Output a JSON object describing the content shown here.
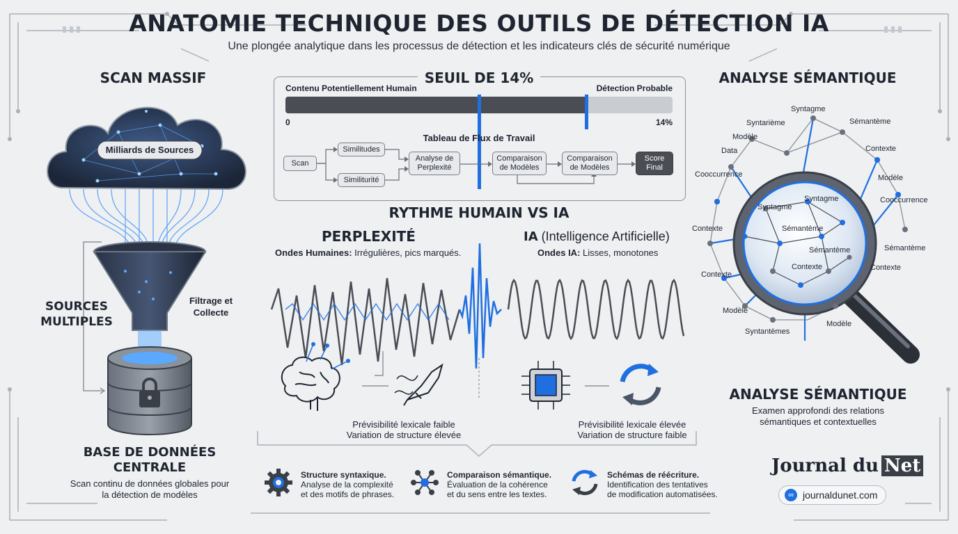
{
  "header": {
    "title": "ANATOMIE TECHNIQUE DES OUTILS DE DÉTECTION IA",
    "subtitle": "Une plongée analytique dans les processus de détection et les indicateurs clés de sécurité numérique"
  },
  "left": {
    "title": "SCAN MASSIF",
    "cloud_label": "Milliards de Sources",
    "sources_label": "SOURCES MULTIPLES",
    "funnel_label": "Filtrage et Collecte",
    "db_title": "BASE DE DONNÉES CENTRALE",
    "db_desc": "Scan continu de données globales pour la détection de modèles"
  },
  "threshold": {
    "title": "SEUIL DE 14%",
    "left_label": "Contenu Potentiellement Humain",
    "right_label": "Détection Probable",
    "min_label": "0",
    "max_label": "14%",
    "workflow_title": "Tableau de Flux de Travail",
    "steps": {
      "scan": "Scan",
      "similitudes": "Similitudes",
      "similiturite": "Similiturité",
      "perplexite": "Analyse de Perplexité",
      "comparaison1": "Comparaison de Modèles",
      "comparaison2": "Comparaison de Modèles",
      "score": "Score Final"
    }
  },
  "rhythm": {
    "title": "RYTHME HUMAIN VS IA",
    "human_title": "PERPLEXITÉ",
    "human_sub_bold": "Ondes Humaines:",
    "human_sub": " Irrégulières, pics marqués.",
    "ai_title": "IA",
    "ai_title_paren": " (Intelligence Artificielle)",
    "ai_sub_bold": "Ondes IA:",
    "ai_sub": " Lisses, monotones",
    "human_desc_1": "Prévisibilité lexicale faible",
    "human_desc_2": "Variation de structure élevée",
    "ai_desc_1": "Prévisibilité lexicale élevée",
    "ai_desc_2": "Variation de structure faible"
  },
  "semantic": {
    "title": "ANALYSE SÉMANTIQUE",
    "bottom_title": "ANALYSE SÉMANTIQUE",
    "bottom_desc": "Examen approfondi des relations sémantiques et contextuelles",
    "nodes": {
      "syntagme_top": "Syntagme",
      "syntarieme": "Syntarième",
      "semanteme_top": "Sémantème",
      "modele_top": "Modèle",
      "data": "Data",
      "contexte_r1": "Contexte",
      "cooccurrence_l": "Cooccurrence",
      "modele_r1": "Modèle",
      "cooccurrence_r": "Cooccurrence",
      "syntagme_in1": "Syntagme",
      "syntagme_in2": "Syntagme",
      "contexte_l1": "Contexte",
      "semanteme_in1": "Sémantème",
      "semanteme_in2": "Sémantème",
      "semanteme_r": "Sémantème",
      "contexte_in": "Contexte",
      "contexte_r2": "Contexte",
      "contexte_l2": "Contexte",
      "modele_l": "Modèle",
      "syntantemes": "Syntantèmes",
      "modele_b": "Modèle"
    }
  },
  "footer": {
    "items": [
      {
        "title": "Structure syntaxique.",
        "line1": "Analyse de la complexité",
        "line2": "et des motifs de phrases."
      },
      {
        "title": "Comparaison sémantique.",
        "line1": "Évaluation de la cohérence",
        "line2": "et du sens entre les textes."
      },
      {
        "title": "Schémas de réécriture.",
        "line1": "Identification des tentatives",
        "line2": "de modification automatisées."
      }
    ],
    "brand_1": "Journal du",
    "brand_2": "Net",
    "link": "journaldunet.com"
  },
  "colors": {
    "accent": "#1f6fe0",
    "dark": "#1f2530",
    "bar": "#4a4d54",
    "bg": "#eef0f2"
  }
}
